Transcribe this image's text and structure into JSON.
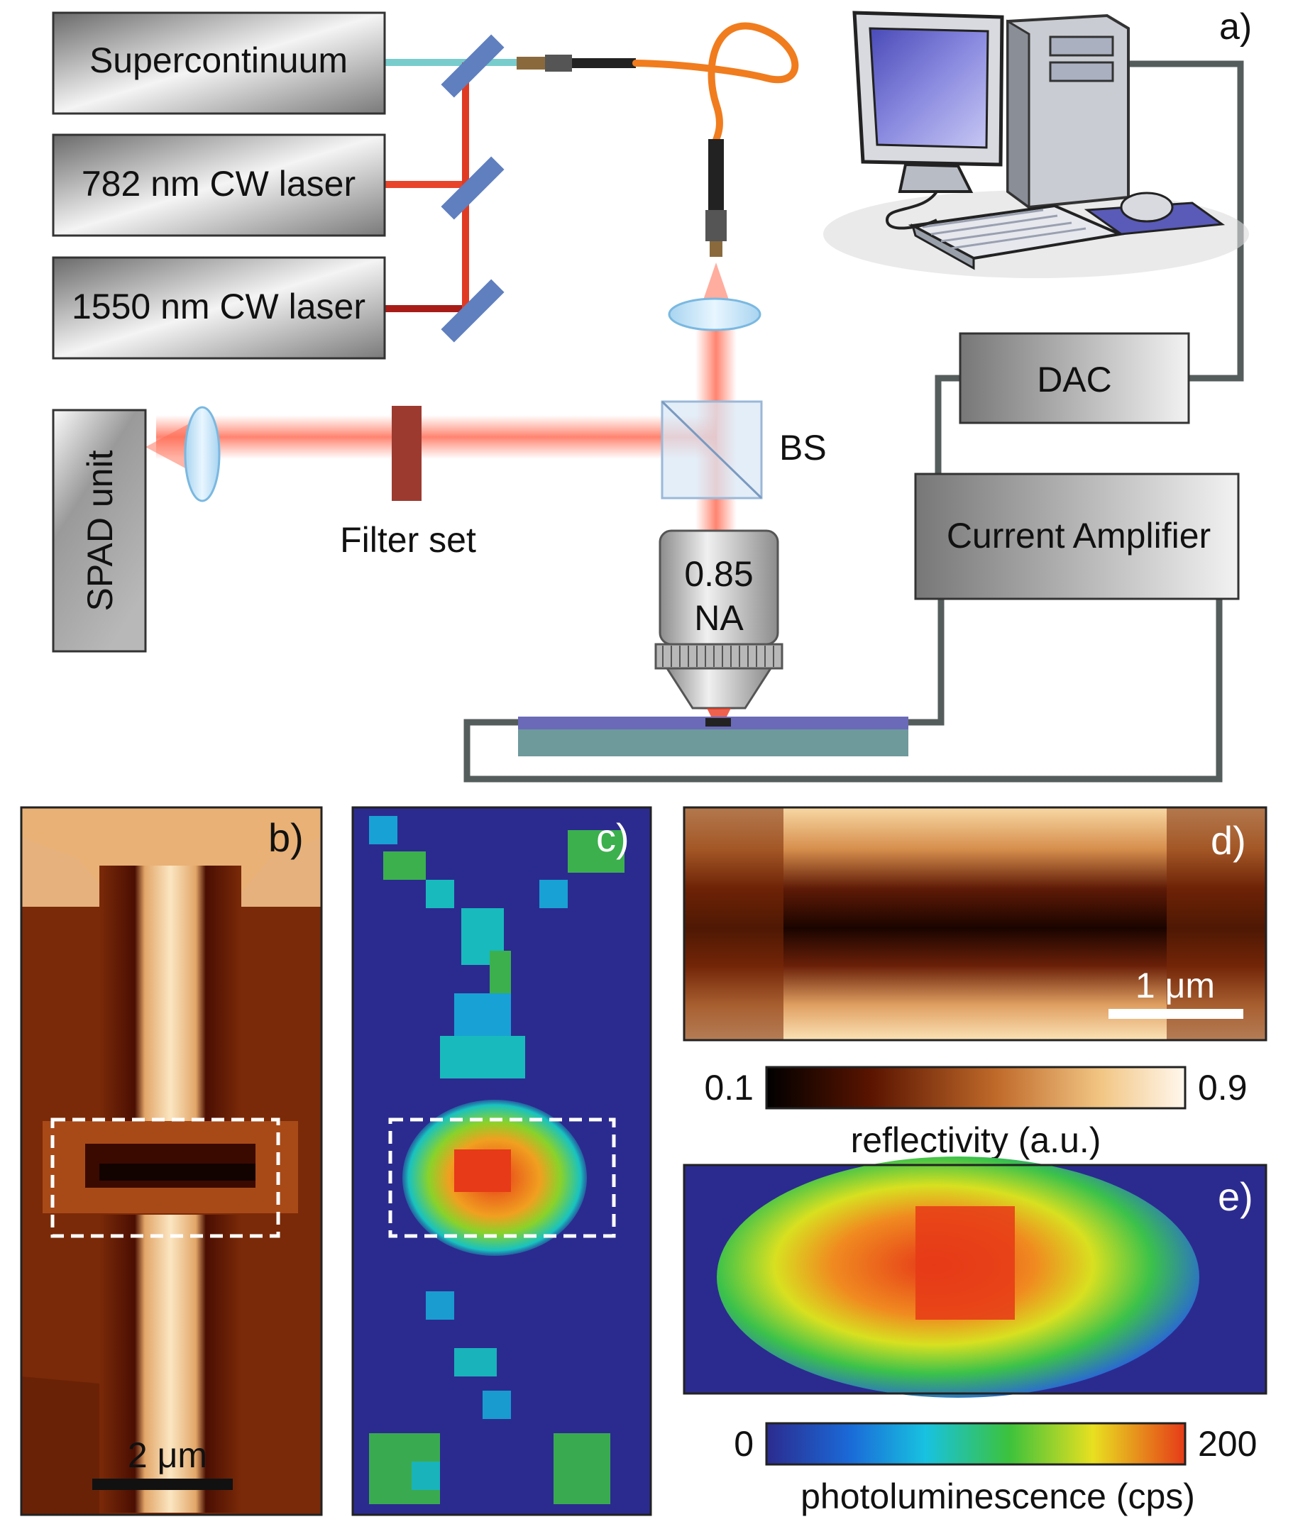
{
  "panel_a": {
    "tag": "a)",
    "sources": [
      "Supercontinuum",
      "782 nm CW laser",
      "1550 nm CW laser"
    ],
    "detector": "SPAD unit",
    "filter": "Filter set",
    "beamsplitter": "BS",
    "objective_line1": "0.85",
    "objective_line2": "NA",
    "dac": "DAC",
    "amplifier": "Current Amplifier"
  },
  "panel_b": {
    "tag": "b)",
    "scalebar": "2 μm"
  },
  "panel_c": {
    "tag": "c)"
  },
  "panel_d": {
    "tag": "d)",
    "scalebar": "1 μm"
  },
  "panel_e": {
    "tag": "e)"
  },
  "colorbars": {
    "reflectivity": {
      "min": "0.1",
      "max": "0.9",
      "label": "reflectivity (a.u.)"
    },
    "photoluminescence": {
      "min": "0",
      "max": "200",
      "label": "photoluminescence (cps)"
    }
  },
  "colors": {
    "supercontinuum_beam": "#78cccc",
    "laser_782_beam": "#e8442a",
    "laser_1550_beam": "#a81c18",
    "fiber": "#f07c1e",
    "mirror": "#5f7fbf",
    "wire": "#555c5c"
  }
}
